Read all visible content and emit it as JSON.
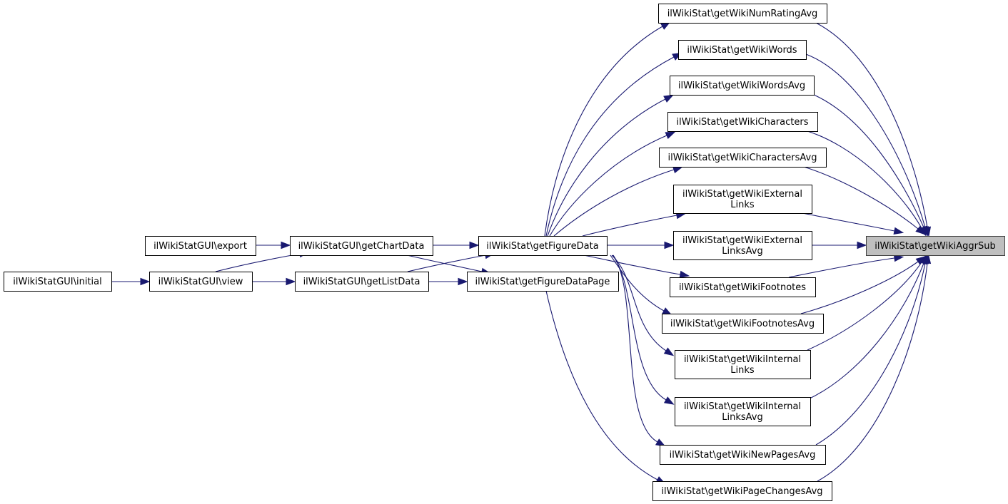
{
  "diagram": {
    "type": "call-graph",
    "colors": {
      "edge": "#191970",
      "focus_fill": "#bfbfbf",
      "node_fill": "#ffffff",
      "node_border": "#000000"
    },
    "focus_node": "aggrsub",
    "nodes": [
      {
        "id": "initial",
        "lines": [
          "ilWikiStatGUI\\initial"
        ]
      },
      {
        "id": "export",
        "lines": [
          "ilWikiStatGUI\\export"
        ]
      },
      {
        "id": "view",
        "lines": [
          "ilWikiStatGUI\\view"
        ]
      },
      {
        "id": "getChartData",
        "lines": [
          "ilWikiStatGUI\\getChartData"
        ]
      },
      {
        "id": "getListData",
        "lines": [
          "ilWikiStatGUI\\getListData"
        ]
      },
      {
        "id": "getFigureData",
        "lines": [
          "ilWikiStat\\getFigureData"
        ]
      },
      {
        "id": "getFigureDataPage",
        "lines": [
          "ilWikiStat\\getFigureDataPage"
        ]
      },
      {
        "id": "numRatingAvg",
        "lines": [
          "ilWikiStat\\getWikiNumRatingAvg"
        ]
      },
      {
        "id": "words",
        "lines": [
          "ilWikiStat\\getWikiWords"
        ]
      },
      {
        "id": "wordsAvg",
        "lines": [
          "ilWikiStat\\getWikiWordsAvg"
        ]
      },
      {
        "id": "characters",
        "lines": [
          "ilWikiStat\\getWikiCharacters"
        ]
      },
      {
        "id": "charactersAvg",
        "lines": [
          "ilWikiStat\\getWikiCharactersAvg"
        ]
      },
      {
        "id": "externalLinks",
        "lines": [
          "ilWikiStat\\getWikiExternal",
          "Links"
        ]
      },
      {
        "id": "externalLinksAvg",
        "lines": [
          "ilWikiStat\\getWikiExternal",
          "LinksAvg"
        ]
      },
      {
        "id": "footnotes",
        "lines": [
          "ilWikiStat\\getWikiFootnotes"
        ]
      },
      {
        "id": "footnotesAvg",
        "lines": [
          "ilWikiStat\\getWikiFootnotesAvg"
        ]
      },
      {
        "id": "internalLinks",
        "lines": [
          "ilWikiStat\\getWikiInternal",
          "Links"
        ]
      },
      {
        "id": "internalLinksAvg",
        "lines": [
          "ilWikiStat\\getWikiInternal",
          "LinksAvg"
        ]
      },
      {
        "id": "newPagesAvg",
        "lines": [
          "ilWikiStat\\getWikiNewPagesAvg"
        ]
      },
      {
        "id": "pageChangesAvg",
        "lines": [
          "ilWikiStat\\getWikiPageChangesAvg"
        ]
      },
      {
        "id": "aggrsub",
        "lines": [
          "ilWikiStat\\getWikiAggrSub"
        ]
      }
    ],
    "edges": [
      {
        "from": "initial",
        "to": "view"
      },
      {
        "from": "export",
        "to": "getChartData"
      },
      {
        "from": "view",
        "to": "getChartData"
      },
      {
        "from": "view",
        "to": "getListData"
      },
      {
        "from": "getChartData",
        "to": "getFigureData"
      },
      {
        "from": "getChartData",
        "to": "getFigureDataPage"
      },
      {
        "from": "getListData",
        "to": "getFigureData"
      },
      {
        "from": "getListData",
        "to": "getFigureDataPage"
      },
      {
        "from": "getFigureData",
        "to": "numRatingAvg"
      },
      {
        "from": "getFigureData",
        "to": "words"
      },
      {
        "from": "getFigureData",
        "to": "wordsAvg"
      },
      {
        "from": "getFigureData",
        "to": "characters"
      },
      {
        "from": "getFigureData",
        "to": "charactersAvg"
      },
      {
        "from": "getFigureData",
        "to": "externalLinks"
      },
      {
        "from": "getFigureData",
        "to": "externalLinksAvg"
      },
      {
        "from": "getFigureData",
        "to": "footnotes"
      },
      {
        "from": "getFigureData",
        "to": "footnotesAvg"
      },
      {
        "from": "getFigureData",
        "to": "internalLinks"
      },
      {
        "from": "getFigureData",
        "to": "internalLinksAvg"
      },
      {
        "from": "getFigureData",
        "to": "newPagesAvg"
      },
      {
        "from": "getFigureDataPage",
        "to": "pageChangesAvg"
      },
      {
        "from": "numRatingAvg",
        "to": "aggrsub"
      },
      {
        "from": "words",
        "to": "aggrsub"
      },
      {
        "from": "wordsAvg",
        "to": "aggrsub"
      },
      {
        "from": "characters",
        "to": "aggrsub"
      },
      {
        "from": "charactersAvg",
        "to": "aggrsub"
      },
      {
        "from": "externalLinks",
        "to": "aggrsub"
      },
      {
        "from": "externalLinksAvg",
        "to": "aggrsub"
      },
      {
        "from": "footnotes",
        "to": "aggrsub"
      },
      {
        "from": "footnotesAvg",
        "to": "aggrsub"
      },
      {
        "from": "internalLinks",
        "to": "aggrsub"
      },
      {
        "from": "internalLinksAvg",
        "to": "aggrsub"
      },
      {
        "from": "newPagesAvg",
        "to": "aggrsub"
      },
      {
        "from": "pageChangesAvg",
        "to": "aggrsub"
      }
    ]
  }
}
